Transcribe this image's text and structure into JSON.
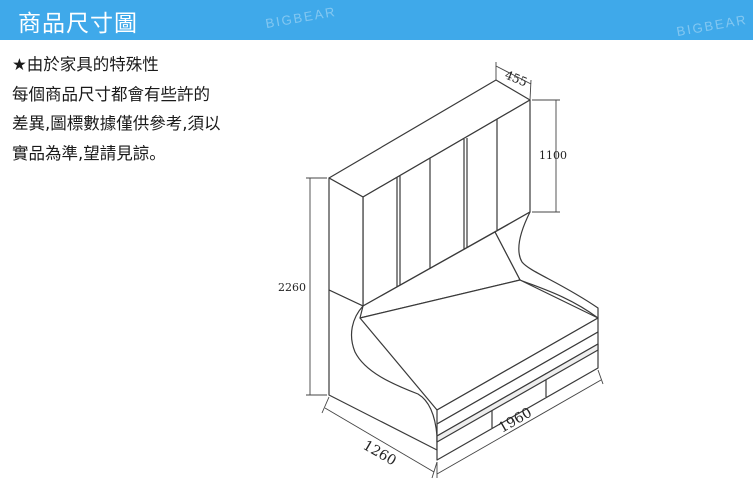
{
  "header": {
    "title": "商品尺寸圖",
    "background_color": "#3fa9ea",
    "watermark_left": "BIGBEAR",
    "watermark_right": "BIGBEAR"
  },
  "notes": {
    "lines": [
      "★由於家具的特殊性",
      "每個商品尺寸都會有些許的",
      "差異,圖標數據僅供參考,須以",
      "實品為準,望請見諒。"
    ]
  },
  "drawing": {
    "dimensions": {
      "top_depth": "455",
      "top_height": "1100",
      "total_height": "2260",
      "length": "1960",
      "width": "1260"
    }
  }
}
